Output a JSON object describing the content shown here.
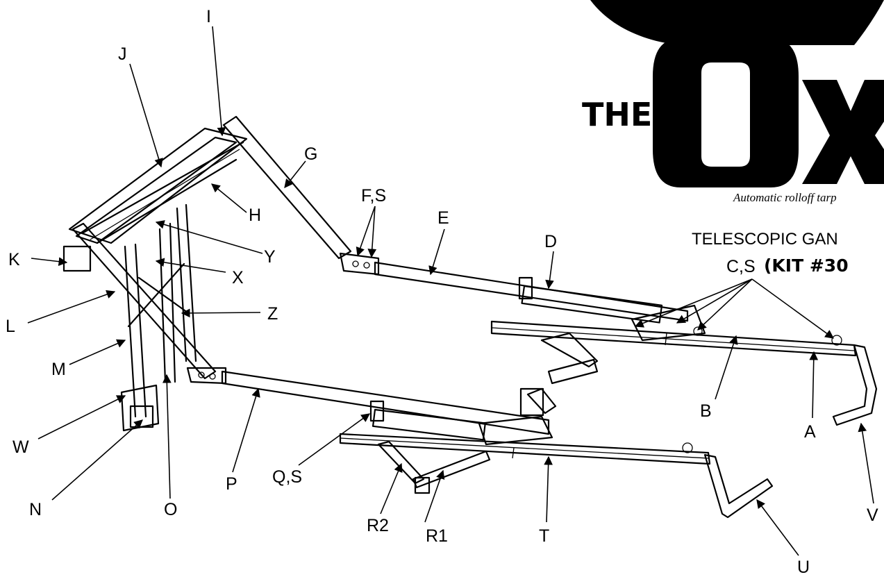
{
  "logo": {
    "prefix": "THE",
    "mark": "OX",
    "tagline": "Automatic rolloff tarp"
  },
  "title": {
    "line1": "TELESCOPIC GAN",
    "line2": "(KIT #30"
  },
  "callouts": [
    {
      "id": "I",
      "label": "I"
    },
    {
      "id": "J",
      "label": "J"
    },
    {
      "id": "G",
      "label": "G"
    },
    {
      "id": "H",
      "label": "H"
    },
    {
      "id": "FS",
      "label": "F,S"
    },
    {
      "id": "E",
      "label": "E"
    },
    {
      "id": "D",
      "label": "D"
    },
    {
      "id": "CS",
      "label": "C,S"
    },
    {
      "id": "K",
      "label": "K"
    },
    {
      "id": "Y",
      "label": "Y"
    },
    {
      "id": "X",
      "label": "X"
    },
    {
      "id": "L",
      "label": "L"
    },
    {
      "id": "Z",
      "label": "Z"
    },
    {
      "id": "M",
      "label": "M"
    },
    {
      "id": "B",
      "label": "B"
    },
    {
      "id": "A",
      "label": "A"
    },
    {
      "id": "W",
      "label": "W"
    },
    {
      "id": "N",
      "label": "N"
    },
    {
      "id": "O",
      "label": "O"
    },
    {
      "id": "P",
      "label": "P"
    },
    {
      "id": "QS",
      "label": "Q,S"
    },
    {
      "id": "R2",
      "label": "R2"
    },
    {
      "id": "R1",
      "label": "R1"
    },
    {
      "id": "T",
      "label": "T"
    },
    {
      "id": "U",
      "label": "U"
    },
    {
      "id": "V",
      "label": "V"
    }
  ]
}
